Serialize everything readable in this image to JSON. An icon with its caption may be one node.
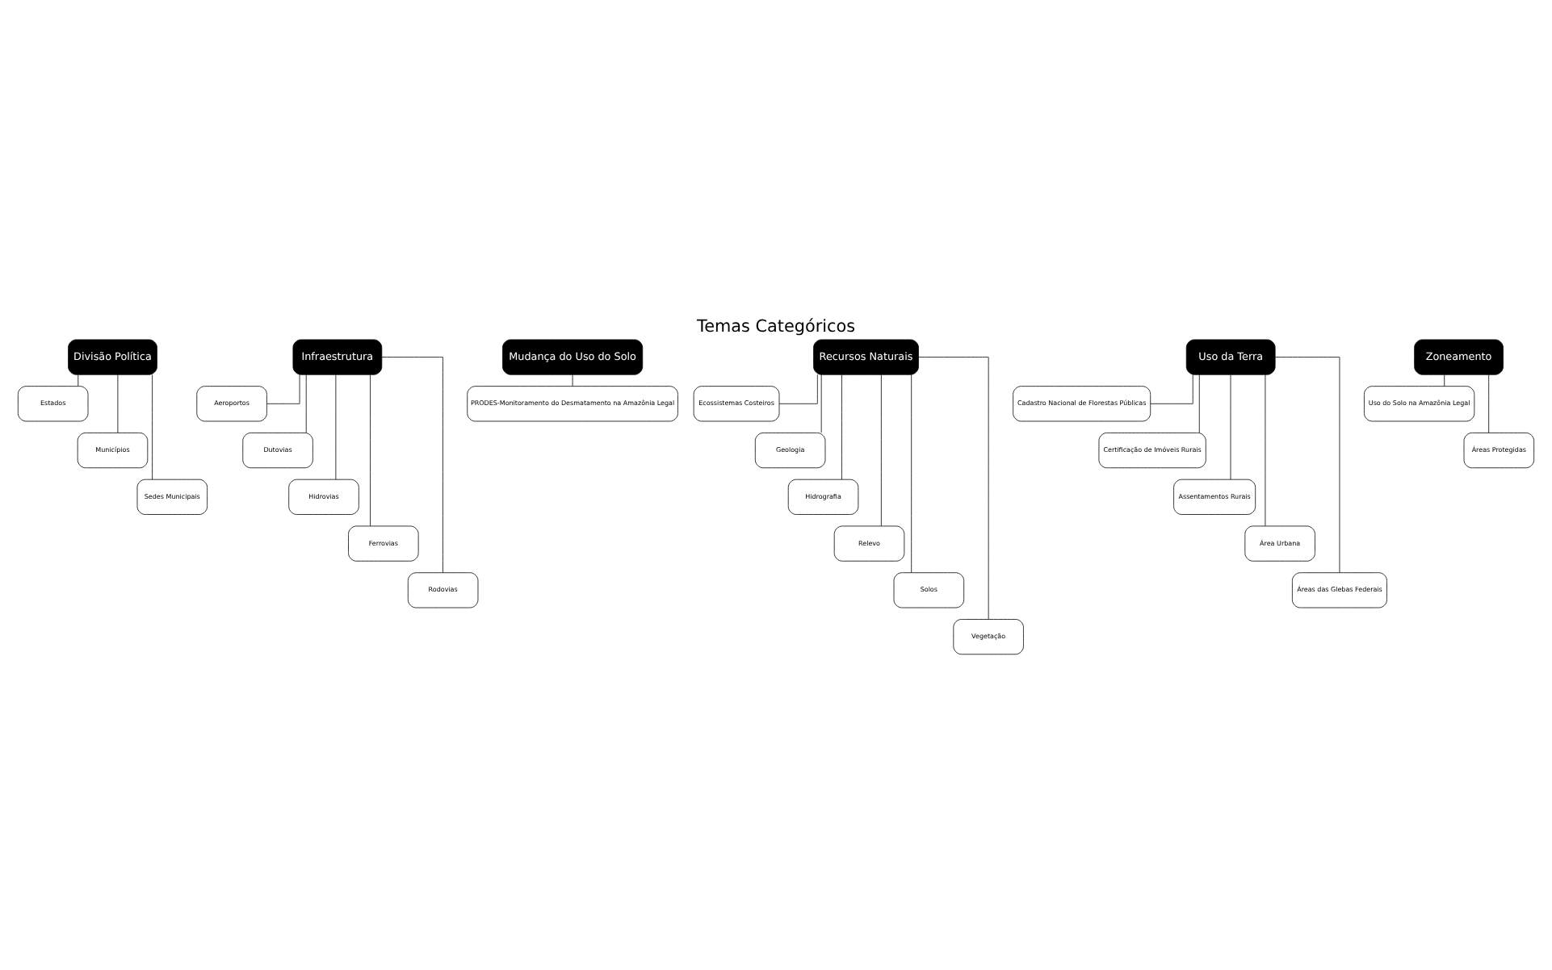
{
  "diagram": {
    "title": "Temas Categóricos",
    "nodes": [
      {
        "text": [
          "Divisão Política"
        ]
      },
      {
        "text": [
          "Estados"
        ]
      },
      {
        "text": [
          "Municípios"
        ]
      },
      {
        "text": [
          "Sedes Municipais"
        ]
      },
      {
        "text": [
          "Infraestrutura"
        ]
      },
      {
        "text": [
          "Aeroportos"
        ]
      },
      {
        "text": [
          "Dutovias"
        ]
      },
      {
        "text": [
          "Hidrovias"
        ]
      },
      {
        "text": [
          "Ferrovias"
        ]
      },
      {
        "text": [
          "Rodovias"
        ]
      },
      {
        "text": [
          "Mudança do Uso do Solo"
        ]
      },
      {
        "text": [
          "PRODES-Monitoramento do Desmatamento na Amazônia Legal"
        ]
      },
      {
        "text": [
          "Recursos Naturais"
        ]
      },
      {
        "text": [
          "Ecossistemas Costeiros"
        ]
      },
      {
        "text": [
          "Geologia"
        ]
      },
      {
        "text": [
          "Hidrografia"
        ]
      },
      {
        "text": [
          "Relevo"
        ]
      },
      {
        "text": [
          "Solos"
        ]
      },
      {
        "text": [
          "Vegetação"
        ]
      },
      {
        "text": [
          "Uso da Terra"
        ]
      },
      {
        "text": [
          "Cadastro Nacional de Florestas Públicas"
        ]
      },
      {
        "text": [
          "Certificação de Imóveis Rurais"
        ]
      },
      {
        "text": [
          "Assentamentos Rurais"
        ]
      },
      {
        "text": [
          "Área Urbana"
        ]
      },
      {
        "text": [
          "Áreas das Glebas Federais"
        ]
      },
      {
        "text": [
          "Zoneamento"
        ]
      },
      {
        "text": [
          "Uso do Solo na Amazônia Legal"
        ]
      },
      {
        "text": [
          "Áreas Protegidas"
        ]
      }
    ],
    "edges": [
      {
        "from": 0,
        "to": 1,
        "arrow": "none"
      },
      {
        "from": 0,
        "to": 2,
        "arrow": "none"
      },
      {
        "from": 0,
        "to": 3,
        "arrow": "none"
      },
      {
        "from": 4,
        "to": 5,
        "arrow": "none"
      },
      {
        "from": 4,
        "to": 6,
        "arrow": "none"
      },
      {
        "from": 4,
        "to": 7,
        "arrow": "none"
      },
      {
        "from": 4,
        "to": 8,
        "arrow": "none"
      },
      {
        "from": 4,
        "to": 9,
        "arrow": "none"
      },
      {
        "from": 10,
        "to": 11,
        "arrow": "none"
      },
      {
        "from": 12,
        "to": 13,
        "arrow": "none"
      },
      {
        "from": 12,
        "to": 14,
        "arrow": "none"
      },
      {
        "from": 12,
        "to": 15,
        "arrow": "none"
      },
      {
        "from": 12,
        "to": 16,
        "arrow": "none"
      },
      {
        "from": 12,
        "to": 17,
        "arrow": "none"
      },
      {
        "from": 12,
        "to": 18,
        "arrow": "none"
      },
      {
        "from": 19,
        "to": 20,
        "arrow": "none"
      },
      {
        "from": 19,
        "to": 21,
        "arrow": "none"
      },
      {
        "from": 19,
        "to": 22,
        "arrow": "none"
      },
      {
        "from": 19,
        "to": 23,
        "arrow": "none"
      },
      {
        "from": 19,
        "to": 24,
        "arrow": "none"
      },
      {
        "from": 25,
        "to": 26,
        "arrow": "none"
      },
      {
        "from": 25,
        "to": 27,
        "arrow": "none"
      }
    ]
  }
}
